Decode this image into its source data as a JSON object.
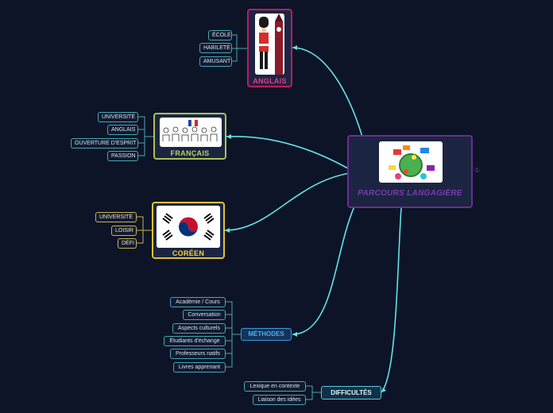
{
  "root": {
    "title": "PARCOURS LANGAGIÈRE",
    "badge": "①"
  },
  "anglais": {
    "title": "ANGLAIS",
    "leaves": [
      "ÉCOLE",
      "HABILETÉ",
      "AMUSANT"
    ]
  },
  "francais": {
    "title": "FRANÇAIS",
    "leaves": [
      "UNIVERSITÉ",
      "ANGLAIS",
      "OUVERTURE D'ESPRIT",
      "PASSION"
    ]
  },
  "coreen": {
    "title": "CORÉEN",
    "leaves": [
      "UNIVERSITÉ",
      "LOISIR",
      "DÉFI"
    ]
  },
  "methodes": {
    "title": "MÉTHODES",
    "leaves": [
      "Académie / Cours",
      "Conversation",
      "Aspects culturels",
      "Étudiants d'échange",
      "Professeurs natifs",
      "Livres apprenant"
    ]
  },
  "difficultes": {
    "title": "DIFFICULTÉS",
    "leaves": [
      "Lexique en contexte",
      "Liaison des idées"
    ]
  },
  "colors": {
    "background": "#0d1428",
    "link": "#62e3e8",
    "root_border": "#6b2d91",
    "anglais_border": "#c2185b",
    "francais_border": "#a8c456",
    "coreen_border": "#e2c233",
    "methodes_border": "#3a9bd6",
    "difficultes_border": "#57c8d8"
  }
}
